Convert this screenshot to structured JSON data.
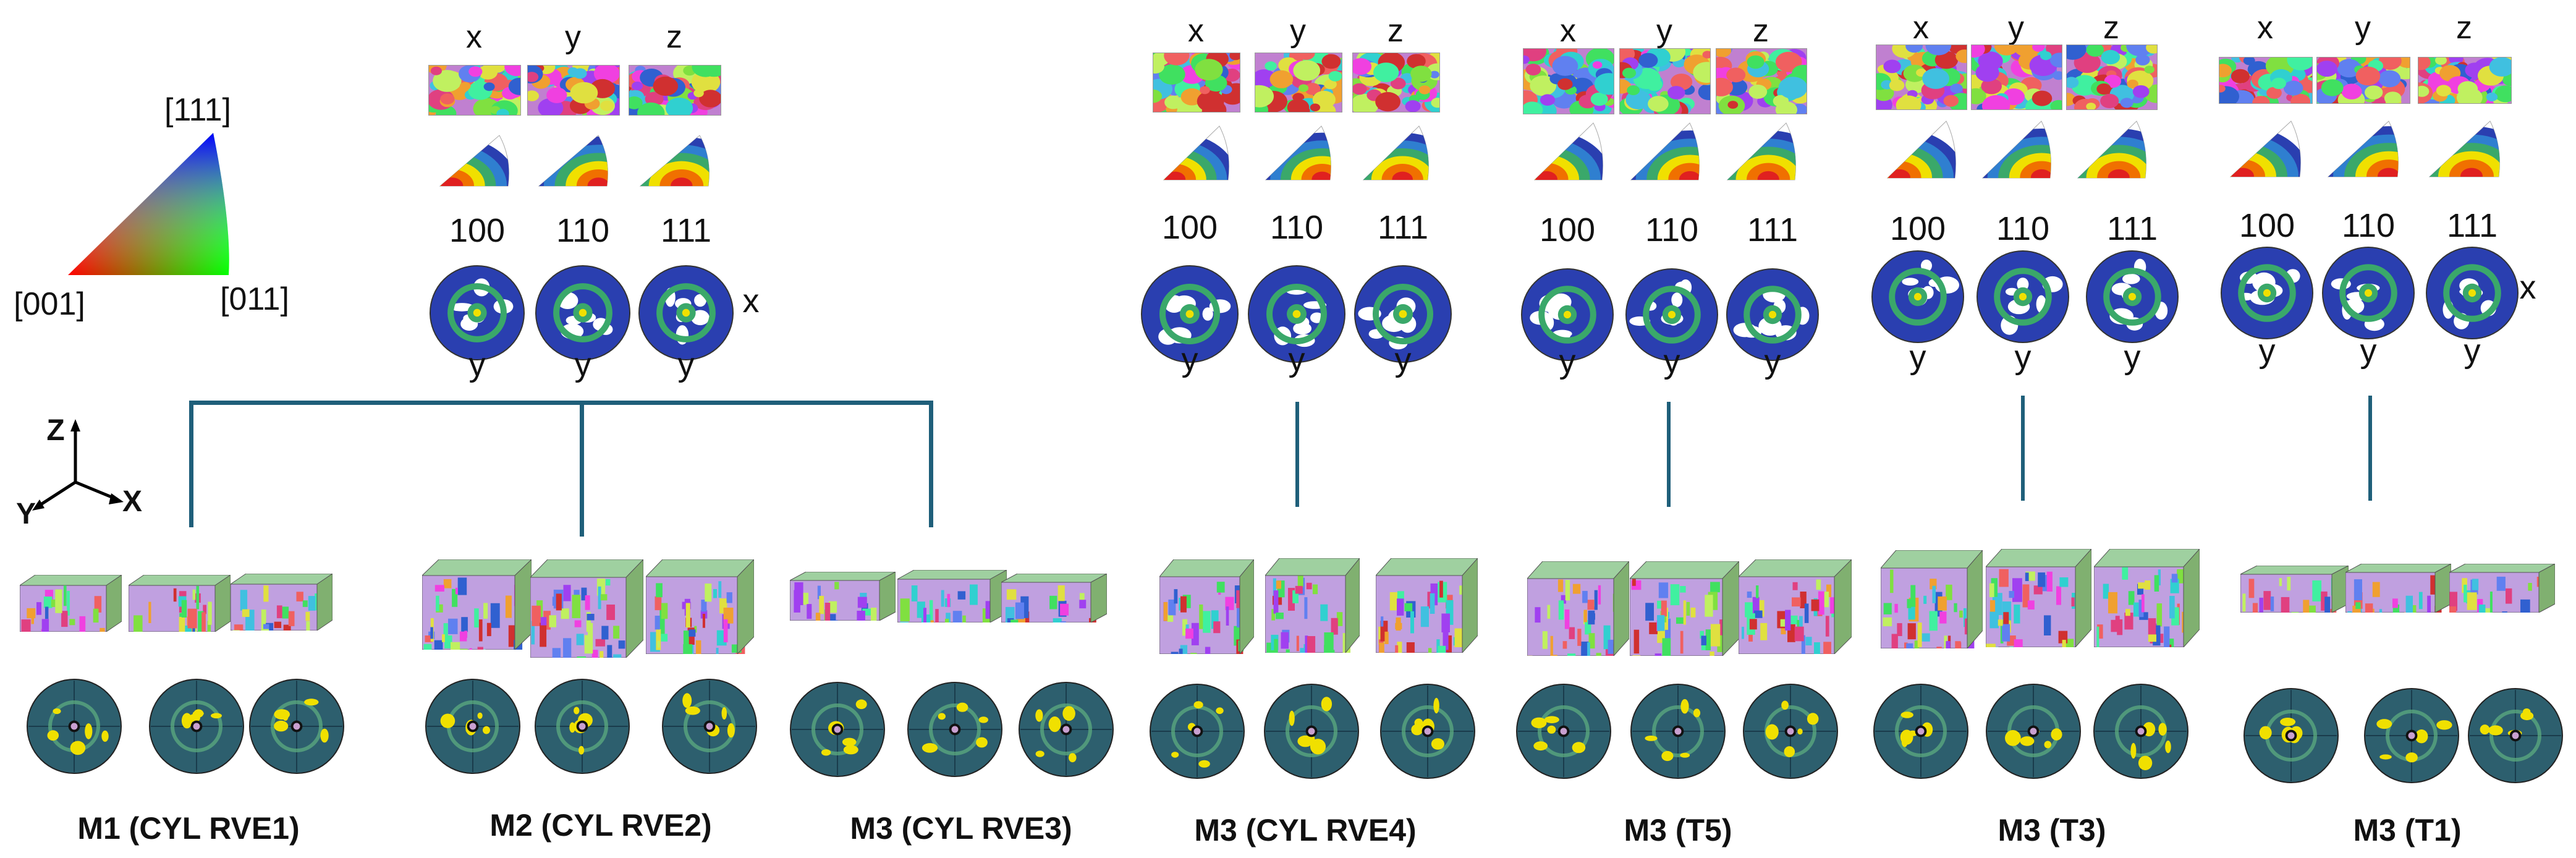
{
  "legend": {
    "corners": [
      "[111]",
      "[001]",
      "[011]"
    ],
    "colors": {
      "red": "#ff0000",
      "green": "#00ff00",
      "blue": "#0000ff"
    }
  },
  "axes": {
    "z": "Z",
    "y": "Y",
    "x": "X"
  },
  "groups": [
    {
      "map_labels": [
        "x",
        "y",
        "z"
      ],
      "pf_labels": [
        "100",
        "110",
        "111"
      ],
      "pf_bottom": [
        "y",
        "y",
        "y"
      ],
      "pf_side": "x"
    },
    {
      "map_labels": [
        "x",
        "y",
        "z"
      ],
      "pf_labels": [
        "100",
        "110",
        "111"
      ],
      "pf_bottom": [
        "y",
        "y",
        "y"
      ],
      "pf_side": ""
    },
    {
      "map_labels": [
        "x",
        "y",
        "z"
      ],
      "pf_labels": [
        "100",
        "110",
        "111"
      ],
      "pf_bottom": [
        "y",
        "y",
        "y"
      ],
      "pf_side": ""
    },
    {
      "map_labels": [
        "x",
        "y",
        "z"
      ],
      "pf_labels": [
        "100",
        "110",
        "111"
      ],
      "pf_bottom": [
        "y",
        "y",
        "y"
      ],
      "pf_side": ""
    },
    {
      "map_labels": [
        "x",
        "y",
        "z"
      ],
      "pf_labels": [
        "100",
        "110",
        "111"
      ],
      "pf_bottom": [
        "y",
        "y",
        "y"
      ],
      "pf_side": "x"
    }
  ],
  "models": [
    {
      "caption": "M1 (CYL RVE1)",
      "shape": "flat"
    },
    {
      "caption": "M2 (CYL RVE2)",
      "shape": "tall"
    },
    {
      "caption": "M3 (CYL RVE3)",
      "shape": "flat"
    },
    {
      "caption": "M3 (CYL RVE4)",
      "shape": "cube"
    },
    {
      "caption": "M3 (T5)",
      "shape": "cube"
    },
    {
      "caption": "M3 (T3)",
      "shape": "cube"
    },
    {
      "caption": "M3 (T1)",
      "shape": "flat"
    }
  ],
  "palette": {
    "connector": "#1f5f7a",
    "pf_blue": "#2a3fb0",
    "pf_green": "#3aa86a",
    "pf_yellow": "#f0e000",
    "pfb_bg": "#2d5f6e"
  }
}
